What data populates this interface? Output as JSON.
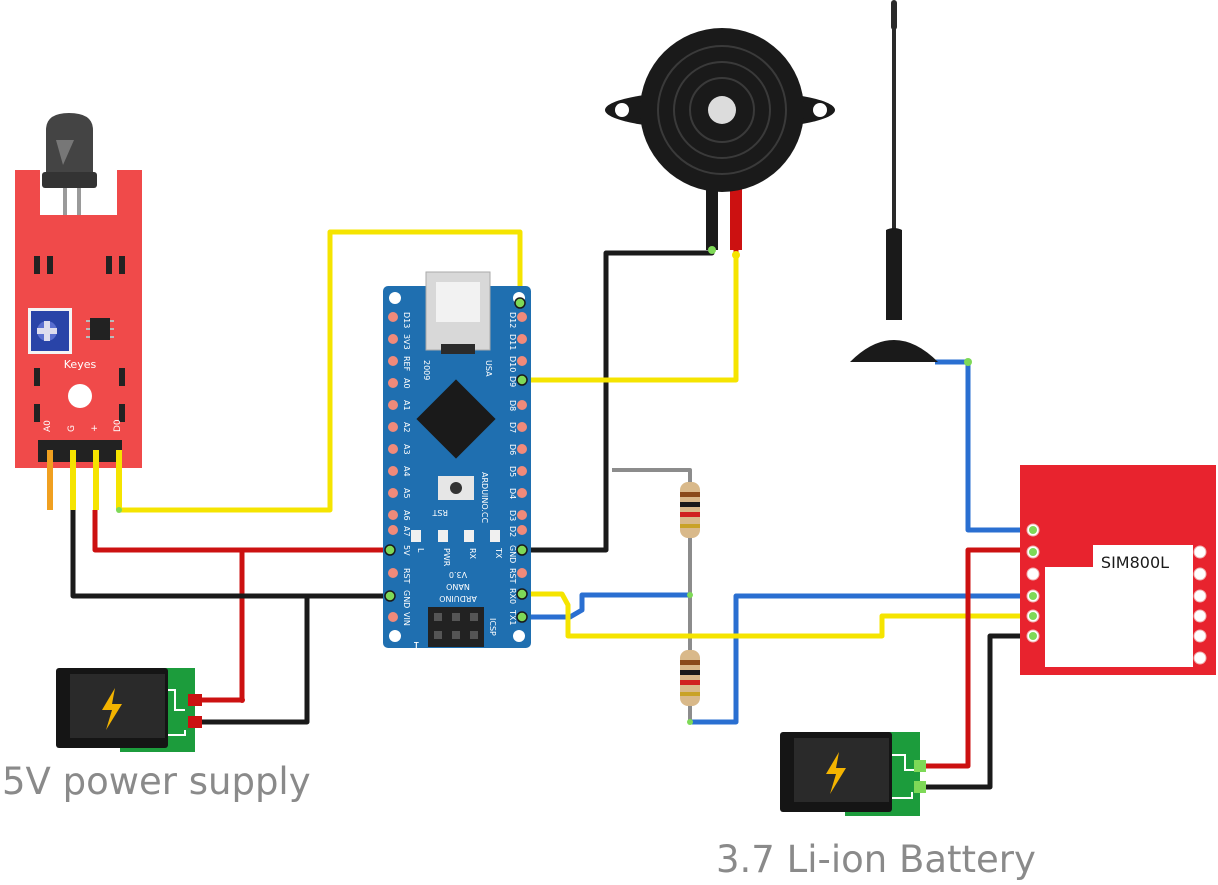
{
  "captions": {
    "power_supply": "5V power supply",
    "battery": "3.7 Li-ion Battery"
  },
  "flame_sensor": {
    "brand": "Keyes",
    "pins": [
      "A0",
      "G",
      "+",
      "D0"
    ]
  },
  "arduino": {
    "top_left": [
      "D13",
      "3V3",
      "REF",
      "A0",
      "A1",
      "A2",
      "A3",
      "A4",
      "A5",
      "A6",
      "A7",
      "5V",
      "RST",
      "GND",
      "VIN"
    ],
    "top_right": [
      "D12",
      "D11",
      "D10",
      "D9",
      "D8",
      "D7",
      "D6",
      "D5",
      "D4",
      "D3",
      "D2",
      "GND",
      "RST",
      "RX0",
      "TX1"
    ],
    "year": "2009",
    "usa": "USA",
    "arduino_cc": "ARDUINO.CC",
    "rst": "RST",
    "leds": [
      "L",
      "PWR",
      "RX",
      "TX"
    ],
    "name_lines": [
      "V3.0",
      "NANO",
      "ARDUINO"
    ],
    "icsp": "ICSP",
    "one": "1"
  },
  "gsm": {
    "label": "SIM800L"
  },
  "colors": {
    "wire_yellow": "#f5e400",
    "wire_red": "#cc1111",
    "wire_black": "#1a1a1a",
    "wire_blue": "#2a6fd1",
    "wire_gray": "#8c8c8c",
    "sensor_red": "#f04a4a",
    "nano_blue": "#1f6fb0",
    "gsm_red": "#e8232e",
    "pcb_green": "#1c9c3c"
  },
  "icons": {
    "power_jack": "lightning-icon",
    "buzzer": "piezo-buzzer",
    "antenna": "antenna"
  }
}
